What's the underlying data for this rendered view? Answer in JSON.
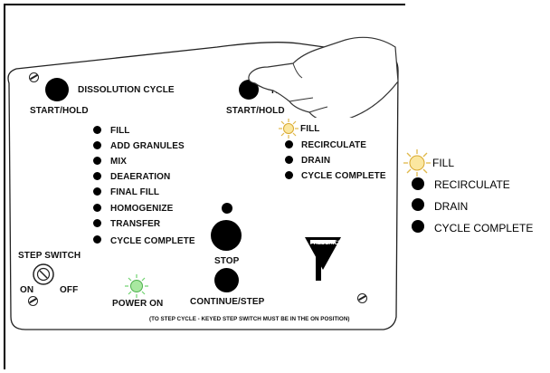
{
  "panel": {
    "dissolution_title": "DISSOLUTION CYCLE",
    "dissolution_start_hold": "START/HOLD",
    "rinse_title": "RINSE C",
    "rinse_start_hold": "START/HOLD",
    "dissolution_steps": [
      "FILL",
      "ADD GRANULES",
      "MIX",
      "DEAERATION",
      "FINAL FILL",
      "HOMOGENIZE",
      "TRANSFER",
      "CYCLE COMPLETE"
    ],
    "rinse_steps": [
      "FILL",
      "RECIRCULATE",
      "DRAIN",
      "CYCLE COMPLETE"
    ],
    "step_switch": "STEP SWITCH",
    "on": "ON",
    "off": "OFF",
    "power_on": "POWER ON",
    "stop": "STOP",
    "continue_step": "CONTINUE/STEP",
    "footnote": "(TO STEP CYCLE - KEYED STEP SWITCH MUST BE IN THE ON POSITION)",
    "logo_text": "FREDERICK"
  },
  "callout": {
    "steps": [
      "FILL",
      "RECIRCULATE",
      "DRAIN",
      "CYCLE COMPLETE"
    ]
  },
  "colors": {
    "amber_glow": "#f5d36a",
    "green_glow": "#6fd26f"
  }
}
